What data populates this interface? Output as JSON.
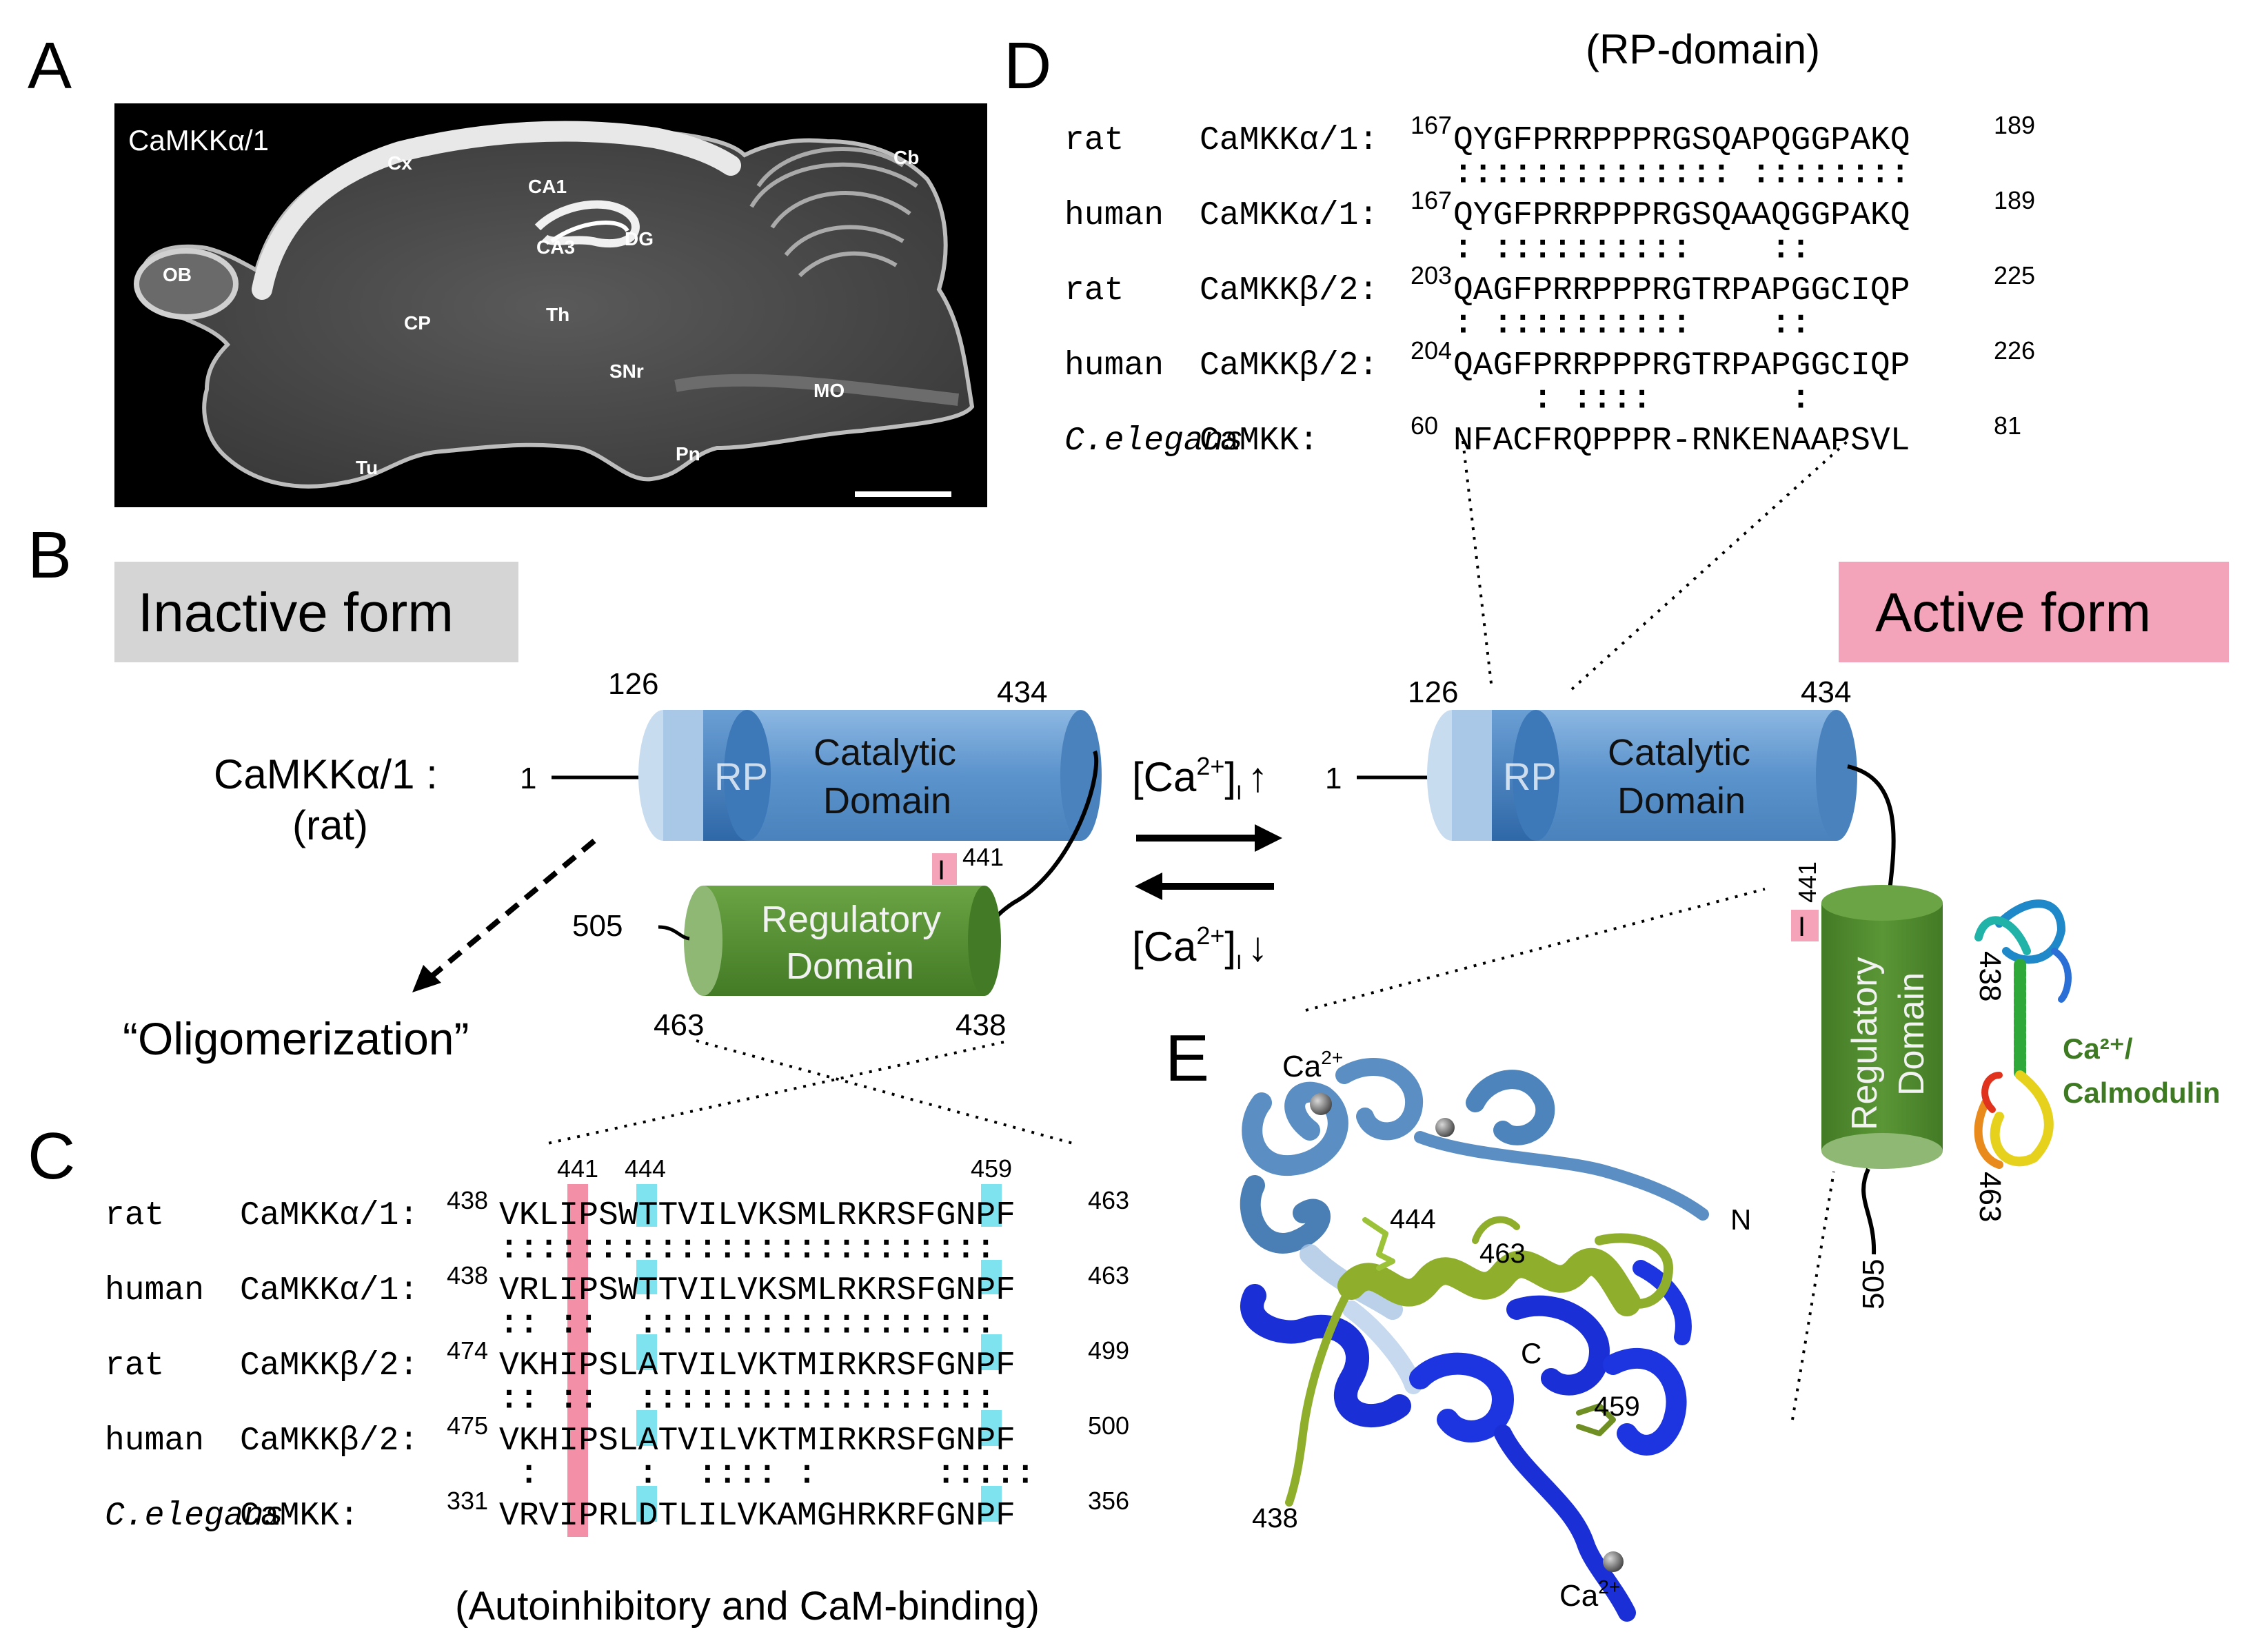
{
  "panels": {
    "A": "A",
    "B": "B",
    "C": "C",
    "D": "D",
    "E": "E"
  },
  "panel_a": {
    "protein_label": "CaMKKα/1",
    "regions": [
      "Cx",
      "CA1",
      "CA3",
      "DG",
      "Cb",
      "OB",
      "CP",
      "Th",
      "SNr",
      "MO",
      "Pn",
      "Tu"
    ]
  },
  "panel_b": {
    "inactive_label": "Inactive form",
    "active_label": "Active form",
    "protein_label_line1": "CaMKKα/1 :",
    "protein_label_line2": "(rat)",
    "n_term": "1",
    "rp_start": "126",
    "cat_end": "434",
    "rp": "RP",
    "catalytic_line1": "Catalytic",
    "catalytic_line2": "Domain",
    "regulatory_line1": "Regulatory",
    "regulatory_line2": "Domain",
    "i_label": "I",
    "i_pos": "441",
    "pos_505": "505",
    "pos_463": "463",
    "pos_438": "438",
    "oligomerization": "“Oligomerization”",
    "ca_up_pre": "[Ca",
    "ca_sup": "2+",
    "ca_post": "]",
    "ca_sub": "I",
    "arrow_up": "↑",
    "arrow_down": "↓",
    "cam_label_line1": "Ca²⁺/",
    "cam_label_line2": "Calmodulin"
  },
  "panel_c": {
    "caption": "(Autoinhibitory and CaM-binding)",
    "marks": [
      "441",
      "444",
      "459"
    ],
    "rows": [
      {
        "species": "rat",
        "name": "CaMKKα/1:",
        "start": "438",
        "seq": "VKLIPSWTTVILVKSMLRKRSFGNPF",
        "end": "463"
      },
      {
        "species": "human",
        "name": "CaMKKα/1:",
        "start": "438",
        "seq": "VRLIPSWTTVILVKSMLRKRSFGNPF",
        "end": "463"
      },
      {
        "species": "rat",
        "name": "CaMKKβ/2:",
        "start": "474",
        "seq": "VKHIPSLATVILVKTMIRKRSFGNPF",
        "end": "499"
      },
      {
        "species": "human",
        "name": "CaMKKβ/2:",
        "start": "475",
        "seq": "VKHIPSLATVILVKTMIRKRSFGNPF",
        "end": "500"
      },
      {
        "species": "C.elegans",
        "name": "CaMKK:",
        "start": "331",
        "seq": "VRVIPRLDTLILVKAMGHRKRFGNPF",
        "end": "356"
      }
    ],
    "colons": [
      ":::::::::::::::::::::::::",
      ":: ::  ::::::::::::::::::",
      ":: ::  ::::::::::::::::::",
      " :     :  :::: :      :::::"
    ]
  },
  "panel_d": {
    "title": "(RP-domain)",
    "rows": [
      {
        "species": "rat",
        "name": "CaMKKα/1:",
        "start": "167",
        "seq": "QYGFPRRPPPRGSQAPQGGPAKQ",
        "end": "189"
      },
      {
        "species": "human",
        "name": "CaMKKα/1:",
        "start": "167",
        "seq": "QYGFPRRPPPRGSQAAQGGPAKQ",
        "end": "189"
      },
      {
        "species": "rat",
        "name": "CaMKKβ/2:",
        "start": "203",
        "seq": "QAGFPRRPPPRGTRPAPGGCIQP",
        "end": "225"
      },
      {
        "species": "human",
        "name": "CaMKKβ/2:",
        "start": "204",
        "seq": "QAGFPRRPPPRGTRPAPGGCIQP",
        "end": "226"
      },
      {
        "species": "C.elegans",
        "name": "CaMKK:",
        "start": "60",
        "seq": "NFACFRQPPPR-RNKENAAPSVL",
        "end": "81"
      }
    ],
    "colons": [
      ":::::::::::::: ::::::::",
      ": ::::::::::    ::",
      ": ::::::::::    ::",
      "    : ::::       :"
    ]
  },
  "panel_e": {
    "labels": {
      "ca_top": "Ca",
      "ca_bottom": "Ca",
      "sup": "2+",
      "n": "N",
      "c": "C",
      "r444": "444",
      "r463": "463",
      "r459": "459",
      "r438": "438"
    }
  },
  "colors": {
    "catalytic": "#5b93cc",
    "rp": "#3d78b8",
    "regulatory": "#4f8a2e",
    "inactive_bg": "#d5d5d5",
    "active_bg": "#f3a3ba",
    "i_box": "#f5a3b8",
    "cyan_hl": "#7fe3ef",
    "pink_hl": "#f48fa8",
    "cam_text": "#3d7a22"
  }
}
